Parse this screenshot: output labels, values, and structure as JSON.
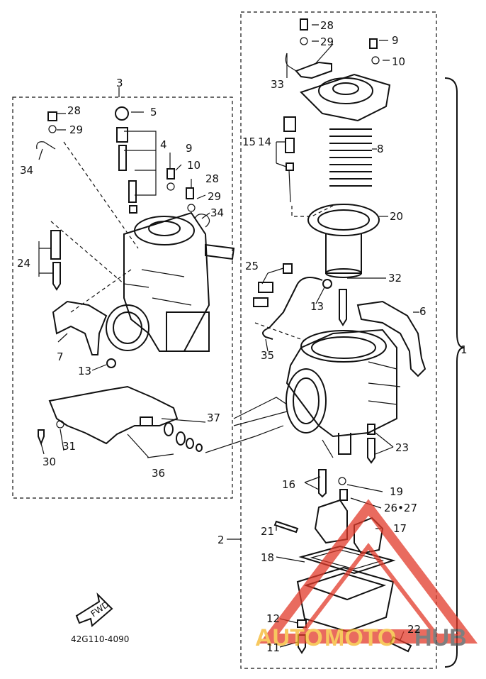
{
  "diagram_code": "42G110-4090",
  "fwd_label": "FWD",
  "watermark": {
    "part1": "AUTO",
    "part2": "MOTO",
    "part3": "HUB"
  },
  "colors": {
    "line": "#111111",
    "watermark_red": "#e23a2a",
    "watermark_yellow": "#f5b62a",
    "watermark_gray": "#555555"
  },
  "callouts": {
    "l1": "1",
    "l2": "2",
    "l3": "3",
    "l4": "4",
    "l5": "5",
    "l6": "6",
    "l7": "7",
    "l8": "8",
    "l9a": "9",
    "l9b": "9",
    "l10a": "10",
    "l10b": "10",
    "l11": "11",
    "l12": "12",
    "l13a": "13",
    "l13b": "13",
    "l15": "15",
    "l14": "14",
    "l16": "16",
    "l17": "17",
    "l18": "18",
    "l19": "19",
    "l20": "20",
    "l21": "21",
    "l22": "22",
    "l23": "23",
    "l24": "24",
    "l25": "25",
    "l2627": "26•27",
    "l28a": "28",
    "l28b": "28",
    "l29a": "29",
    "l29b": "29",
    "l30": "30",
    "l31": "31",
    "l32": "32",
    "l33": "33",
    "l34a": "34",
    "l34b": "34",
    "l35": "35",
    "l36": "36",
    "l37": "37"
  }
}
